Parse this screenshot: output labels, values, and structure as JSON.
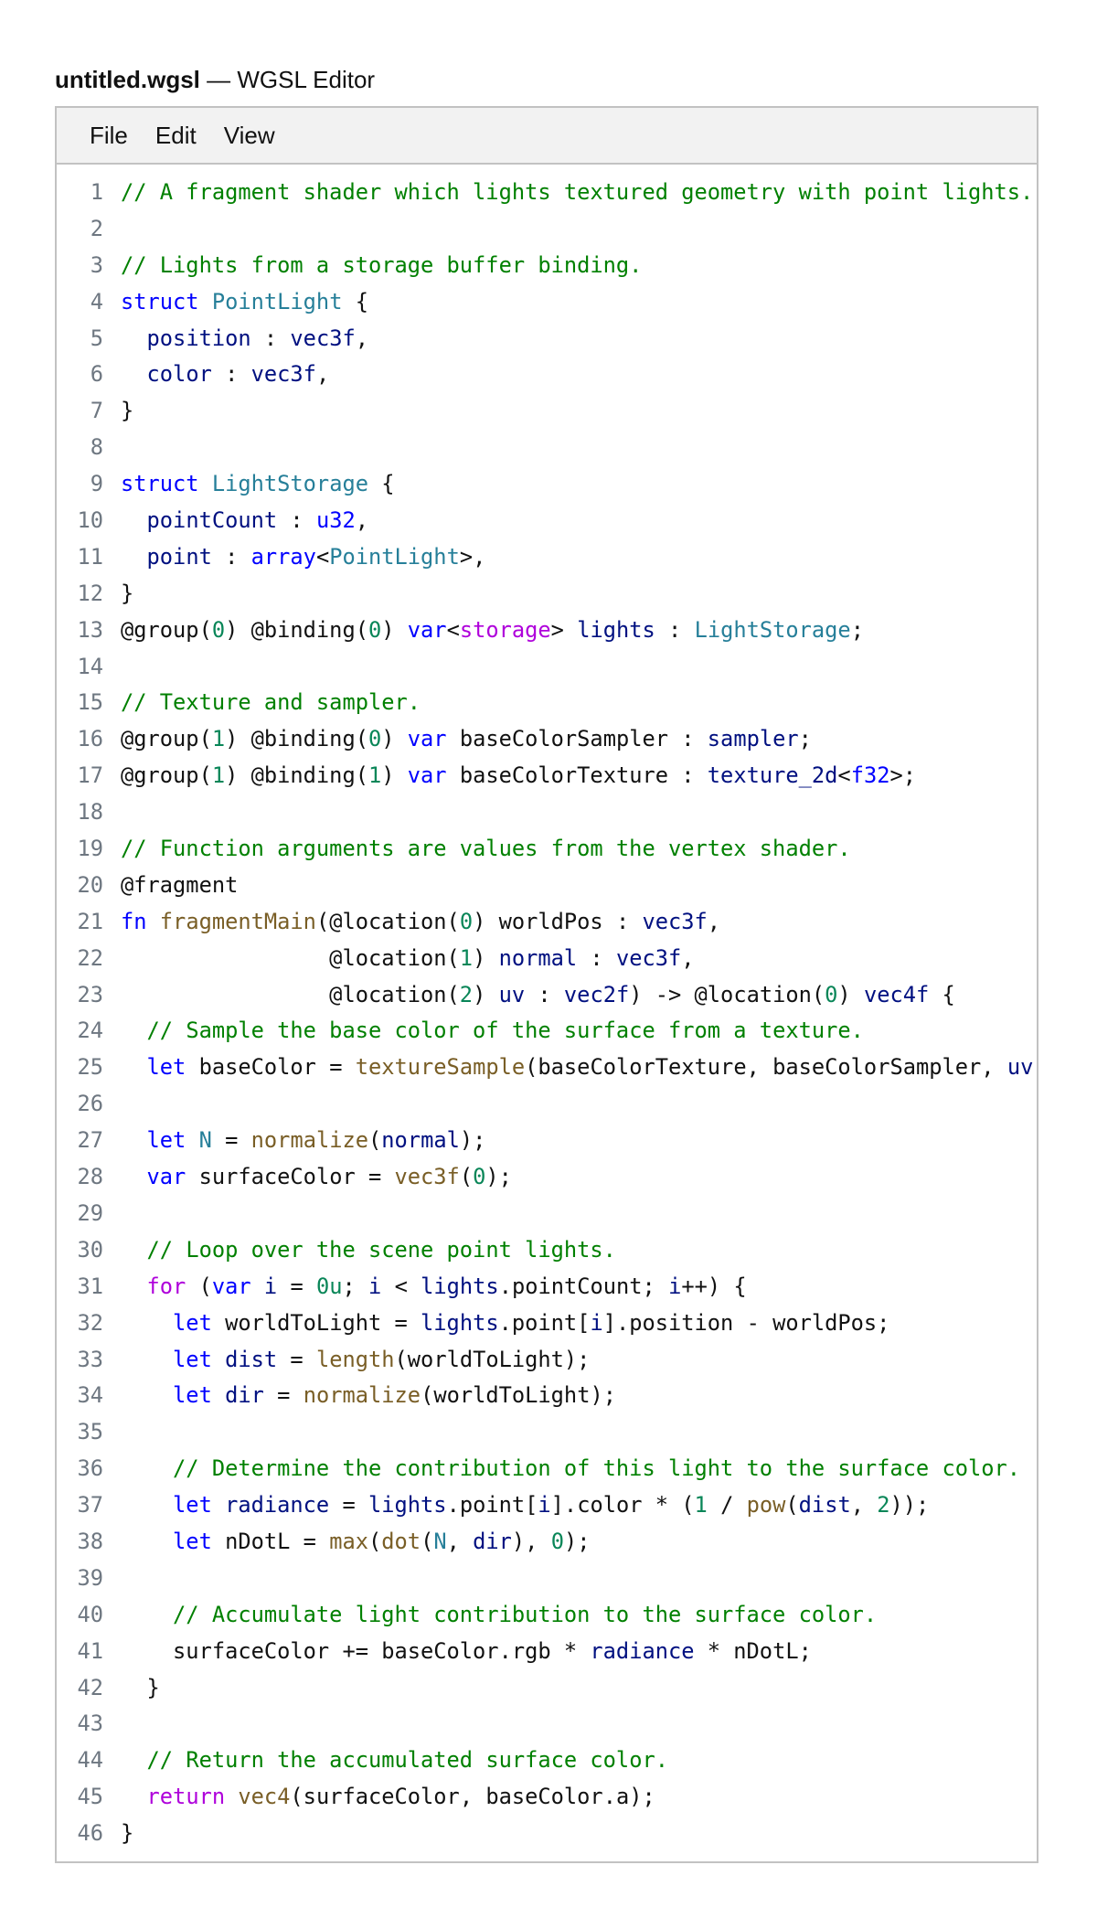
{
  "window": {
    "filename": "untitled.wgsl",
    "separator": " — ",
    "app": "WGSL Editor"
  },
  "menu": [
    "File",
    "Edit",
    "View"
  ],
  "colors": {
    "comment": "#008000",
    "keyword": "#0000ff",
    "type": "#267f99",
    "variable": "#001080",
    "function": "#795e26",
    "number": "#098658",
    "control": "#af00db",
    "line_number": "#6e7781"
  },
  "lines": [
    [
      [
        "c",
        "// A fragment shader which lights textured geometry with point lights."
      ]
    ],
    [],
    [
      [
        "c",
        "// Lights from a storage buffer binding."
      ]
    ],
    [
      [
        "k",
        "struct"
      ],
      [
        "p",
        " "
      ],
      [
        "t",
        "PointLight"
      ],
      [
        "p",
        " {"
      ]
    ],
    [
      [
        "p",
        "  "
      ],
      [
        "v",
        "position"
      ],
      [
        "p",
        " : "
      ],
      [
        "v",
        "vec3f"
      ],
      [
        "p",
        ","
      ]
    ],
    [
      [
        "p",
        "  "
      ],
      [
        "v",
        "color"
      ],
      [
        "p",
        " : "
      ],
      [
        "v",
        "vec3f"
      ],
      [
        "p",
        ","
      ]
    ],
    [
      [
        "p",
        "}"
      ]
    ],
    [],
    [
      [
        "k",
        "struct"
      ],
      [
        "p",
        " "
      ],
      [
        "t",
        "LightStorage"
      ],
      [
        "p",
        " {"
      ]
    ],
    [
      [
        "p",
        "  "
      ],
      [
        "v",
        "pointCount"
      ],
      [
        "p",
        " : "
      ],
      [
        "k",
        "u32"
      ],
      [
        "p",
        ","
      ]
    ],
    [
      [
        "p",
        "  "
      ],
      [
        "v",
        "point"
      ],
      [
        "p",
        " : "
      ],
      [
        "k",
        "array"
      ],
      [
        "p",
        "<"
      ],
      [
        "t",
        "PointLight"
      ],
      [
        "p",
        ">,"
      ]
    ],
    [
      [
        "p",
        "}"
      ]
    ],
    [
      [
        "p",
        "@group("
      ],
      [
        "n",
        "0"
      ],
      [
        "p",
        ") @binding("
      ],
      [
        "n",
        "0"
      ],
      [
        "p",
        ") "
      ],
      [
        "k",
        "var"
      ],
      [
        "p",
        "<"
      ],
      [
        "s",
        "storage"
      ],
      [
        "p",
        "> "
      ],
      [
        "v",
        "lights"
      ],
      [
        "p",
        " : "
      ],
      [
        "t",
        "LightStorage"
      ],
      [
        "p",
        ";"
      ]
    ],
    [],
    [
      [
        "c",
        "// Texture and sampler."
      ]
    ],
    [
      [
        "p",
        "@group("
      ],
      [
        "n",
        "1"
      ],
      [
        "p",
        ") @binding("
      ],
      [
        "n",
        "0"
      ],
      [
        "p",
        ") "
      ],
      [
        "k",
        "var"
      ],
      [
        "p",
        " baseColorSampler : "
      ],
      [
        "v",
        "sampler"
      ],
      [
        "p",
        ";"
      ]
    ],
    [
      [
        "p",
        "@group("
      ],
      [
        "n",
        "1"
      ],
      [
        "p",
        ") @binding("
      ],
      [
        "n",
        "1"
      ],
      [
        "p",
        ") "
      ],
      [
        "k",
        "var"
      ],
      [
        "p",
        " baseColorTexture : "
      ],
      [
        "v",
        "texture_2d"
      ],
      [
        "p",
        "<"
      ],
      [
        "k",
        "f32"
      ],
      [
        "p",
        ">;"
      ]
    ],
    [],
    [
      [
        "c",
        "// Function arguments are values from the vertex shader."
      ]
    ],
    [
      [
        "p",
        "@fragment"
      ]
    ],
    [
      [
        "k",
        "fn"
      ],
      [
        "p",
        " "
      ],
      [
        "f",
        "fragmentMain"
      ],
      [
        "p",
        "(@location("
      ],
      [
        "n",
        "0"
      ],
      [
        "p",
        ") worldPos : "
      ],
      [
        "v",
        "vec3f"
      ],
      [
        "p",
        ","
      ]
    ],
    [
      [
        "p",
        "                @location("
      ],
      [
        "n",
        "1"
      ],
      [
        "p",
        ") "
      ],
      [
        "v",
        "normal"
      ],
      [
        "p",
        " : "
      ],
      [
        "v",
        "vec3f"
      ],
      [
        "p",
        ","
      ]
    ],
    [
      [
        "p",
        "                @location("
      ],
      [
        "n",
        "2"
      ],
      [
        "p",
        ") "
      ],
      [
        "v",
        "uv"
      ],
      [
        "p",
        " : "
      ],
      [
        "v",
        "vec2f"
      ],
      [
        "p",
        ") -> @location("
      ],
      [
        "n",
        "0"
      ],
      [
        "p",
        ") "
      ],
      [
        "v",
        "vec4f"
      ],
      [
        "p",
        " {"
      ]
    ],
    [
      [
        "p",
        "  "
      ],
      [
        "c",
        "// Sample the base color of the surface from a texture."
      ]
    ],
    [
      [
        "p",
        "  "
      ],
      [
        "k",
        "let"
      ],
      [
        "p",
        " baseColor = "
      ],
      [
        "f",
        "textureSample"
      ],
      [
        "p",
        "(baseColorTexture, baseColorSampler, "
      ],
      [
        "v",
        "uv"
      ],
      [
        "p",
        ");"
      ]
    ],
    [],
    [
      [
        "p",
        "  "
      ],
      [
        "k",
        "let"
      ],
      [
        "p",
        " "
      ],
      [
        "t",
        "N"
      ],
      [
        "p",
        " = "
      ],
      [
        "f",
        "normalize"
      ],
      [
        "p",
        "("
      ],
      [
        "v",
        "normal"
      ],
      [
        "p",
        ");"
      ]
    ],
    [
      [
        "p",
        "  "
      ],
      [
        "k",
        "var"
      ],
      [
        "p",
        " surfaceColor = "
      ],
      [
        "f",
        "vec3f"
      ],
      [
        "p",
        "("
      ],
      [
        "n",
        "0"
      ],
      [
        "p",
        ");"
      ]
    ],
    [],
    [
      [
        "p",
        "  "
      ],
      [
        "c",
        "// Loop over the scene point lights."
      ]
    ],
    [
      [
        "p",
        "  "
      ],
      [
        "s",
        "for"
      ],
      [
        "p",
        " ("
      ],
      [
        "k",
        "var"
      ],
      [
        "p",
        " "
      ],
      [
        "v",
        "i"
      ],
      [
        "p",
        " = "
      ],
      [
        "n",
        "0u"
      ],
      [
        "p",
        "; "
      ],
      [
        "v",
        "i"
      ],
      [
        "p",
        " < "
      ],
      [
        "v",
        "lights"
      ],
      [
        "p",
        ".pointCount; "
      ],
      [
        "v",
        "i"
      ],
      [
        "p",
        "++) {"
      ]
    ],
    [
      [
        "p",
        "    "
      ],
      [
        "k",
        "let"
      ],
      [
        "p",
        " worldToLight = "
      ],
      [
        "v",
        "lights"
      ],
      [
        "p",
        ".point["
      ],
      [
        "v",
        "i"
      ],
      [
        "p",
        "].position - worldPos;"
      ]
    ],
    [
      [
        "p",
        "    "
      ],
      [
        "k",
        "let"
      ],
      [
        "p",
        " "
      ],
      [
        "v",
        "dist"
      ],
      [
        "p",
        " = "
      ],
      [
        "f",
        "length"
      ],
      [
        "p",
        "(worldToLight);"
      ]
    ],
    [
      [
        "p",
        "    "
      ],
      [
        "k",
        "let"
      ],
      [
        "p",
        " "
      ],
      [
        "v",
        "dir"
      ],
      [
        "p",
        " = "
      ],
      [
        "f",
        "normalize"
      ],
      [
        "p",
        "(worldToLight);"
      ]
    ],
    [],
    [
      [
        "p",
        "    "
      ],
      [
        "c",
        "// Determine the contribution of this light to the surface color."
      ]
    ],
    [
      [
        "p",
        "    "
      ],
      [
        "k",
        "let"
      ],
      [
        "p",
        " "
      ],
      [
        "v",
        "radiance"
      ],
      [
        "p",
        " = "
      ],
      [
        "v",
        "lights"
      ],
      [
        "p",
        ".point["
      ],
      [
        "v",
        "i"
      ],
      [
        "p",
        "].color * ("
      ],
      [
        "n",
        "1"
      ],
      [
        "p",
        " / "
      ],
      [
        "f",
        "pow"
      ],
      [
        "p",
        "("
      ],
      [
        "v",
        "dist"
      ],
      [
        "p",
        ", "
      ],
      [
        "n",
        "2"
      ],
      [
        "p",
        "));"
      ]
    ],
    [
      [
        "p",
        "    "
      ],
      [
        "k",
        "let"
      ],
      [
        "p",
        " nDotL = "
      ],
      [
        "f",
        "max"
      ],
      [
        "p",
        "("
      ],
      [
        "f",
        "dot"
      ],
      [
        "p",
        "("
      ],
      [
        "t",
        "N"
      ],
      [
        "p",
        ", "
      ],
      [
        "v",
        "dir"
      ],
      [
        "p",
        "), "
      ],
      [
        "n",
        "0"
      ],
      [
        "p",
        ");"
      ]
    ],
    [],
    [
      [
        "p",
        "    "
      ],
      [
        "c",
        "// Accumulate light contribution to the surface color."
      ]
    ],
    [
      [
        "p",
        "    surfaceColor += baseColor.rgb * "
      ],
      [
        "v",
        "radiance"
      ],
      [
        "p",
        " * nDotL;"
      ]
    ],
    [
      [
        "p",
        "  }"
      ]
    ],
    [],
    [
      [
        "p",
        "  "
      ],
      [
        "c",
        "// Return the accumulated surface color."
      ]
    ],
    [
      [
        "p",
        "  "
      ],
      [
        "s",
        "return"
      ],
      [
        "p",
        " "
      ],
      [
        "f",
        "vec4"
      ],
      [
        "p",
        "(surfaceColor, baseColor.a);"
      ]
    ],
    [
      [
        "p",
        "}"
      ]
    ]
  ]
}
